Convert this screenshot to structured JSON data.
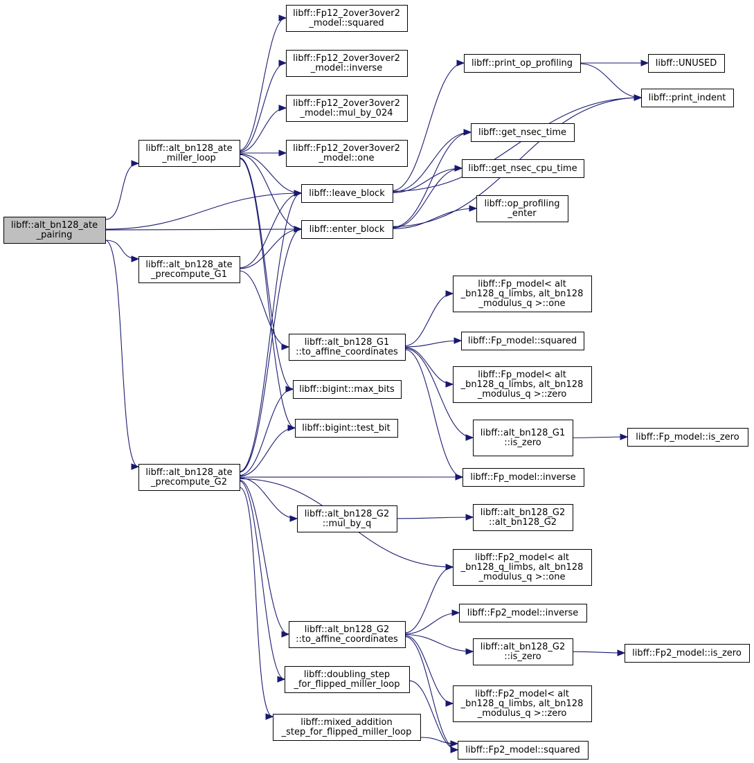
{
  "graph": {
    "title": "",
    "edge_color": "#191970",
    "node_border_color": "#000000",
    "root_fill_color": "#bfbfbf",
    "nodes": [
      {
        "id": "root",
        "lines": [
          "libff::alt_bn128_ate",
          "_pairing"
        ],
        "root": true
      },
      {
        "id": "miller",
        "lines": [
          "libff::alt_bn128_ate",
          "_miller_loop"
        ]
      },
      {
        "id": "preG1",
        "lines": [
          "libff::alt_bn128_ate",
          "_precompute_G1"
        ]
      },
      {
        "id": "preG2",
        "lines": [
          "libff::alt_bn128_ate",
          "_precompute_G2"
        ]
      },
      {
        "id": "fp12sq",
        "lines": [
          "libff::Fp12_2over3over2",
          "_model::squared"
        ]
      },
      {
        "id": "fp12inv",
        "lines": [
          "libff::Fp12_2over3over2",
          "_model::inverse"
        ]
      },
      {
        "id": "fp12mul",
        "lines": [
          "libff::Fp12_2over3over2",
          "_model::mul_by_024"
        ]
      },
      {
        "id": "fp12one",
        "lines": [
          "libff::Fp12_2over3over2",
          "_model::one"
        ]
      },
      {
        "id": "leave",
        "lines": [
          "libff::leave_block"
        ]
      },
      {
        "id": "enter",
        "lines": [
          "libff::enter_block"
        ]
      },
      {
        "id": "g1aff",
        "lines": [
          "libff::alt_bn128_G1",
          "::to_affine_coordinates"
        ]
      },
      {
        "id": "maxbits",
        "lines": [
          "libff::bigint::max_bits"
        ]
      },
      {
        "id": "testbit",
        "lines": [
          "libff::bigint::test_bit"
        ]
      },
      {
        "id": "g2mul",
        "lines": [
          "libff::alt_bn128_G2",
          "::mul_by_q"
        ]
      },
      {
        "id": "g2aff",
        "lines": [
          "libff::alt_bn128_G2",
          "::to_affine_coordinates"
        ]
      },
      {
        "id": "dbl",
        "lines": [
          "libff::doubling_step",
          "_for_flipped_miller_loop"
        ]
      },
      {
        "id": "madd",
        "lines": [
          "libff::mixed_addition",
          "_step_for_flipped_miller_loop"
        ]
      },
      {
        "id": "printop",
        "lines": [
          "libff::print_op_profiling"
        ]
      },
      {
        "id": "nsec",
        "lines": [
          "libff::get_nsec_time"
        ]
      },
      {
        "id": "nseccpu",
        "lines": [
          "libff::get_nsec_cpu_time"
        ]
      },
      {
        "id": "openter",
        "lines": [
          "libff::op_profiling",
          "_enter"
        ]
      },
      {
        "id": "unused",
        "lines": [
          "libff::UNUSED"
        ]
      },
      {
        "id": "indent",
        "lines": [
          "libff::print_indent"
        ]
      },
      {
        "id": "fpone",
        "lines": [
          "libff::Fp_model< alt",
          "_bn128_q_limbs, alt_bn128",
          "_modulus_q >::one"
        ]
      },
      {
        "id": "fpsq",
        "lines": [
          "libff::Fp_model::squared"
        ]
      },
      {
        "id": "fpzero",
        "lines": [
          "libff::Fp_model< alt",
          "_bn128_q_limbs, alt_bn128",
          "_modulus_q >::zero"
        ]
      },
      {
        "id": "g1iszero",
        "lines": [
          "libff::alt_bn128_G1",
          "::is_zero"
        ]
      },
      {
        "id": "fpinv",
        "lines": [
          "libff::Fp_model::inverse"
        ]
      },
      {
        "id": "fpiszero",
        "lines": [
          "libff::Fp_model::is_zero"
        ]
      },
      {
        "id": "g2ctor",
        "lines": [
          "libff::alt_bn128_G2",
          "::alt_bn128_G2"
        ]
      },
      {
        "id": "fp2one",
        "lines": [
          "libff::Fp2_model< alt",
          "_bn128_q_limbs, alt_bn128",
          "_modulus_q >::one"
        ]
      },
      {
        "id": "fp2inv",
        "lines": [
          "libff::Fp2_model::inverse"
        ]
      },
      {
        "id": "g2iszero",
        "lines": [
          "libff::alt_bn128_G2",
          "::is_zero"
        ]
      },
      {
        "id": "fp2iszero",
        "lines": [
          "libff::Fp2_model::is_zero"
        ]
      },
      {
        "id": "fp2zero",
        "lines": [
          "libff::Fp2_model< alt",
          "_bn128_q_limbs, alt_bn128",
          "_modulus_q >::zero"
        ]
      },
      {
        "id": "fp2sq",
        "lines": [
          "libff::Fp2_model::squared"
        ]
      }
    ],
    "edges": [
      [
        "root",
        "miller"
      ],
      [
        "root",
        "leave"
      ],
      [
        "root",
        "enter"
      ],
      [
        "root",
        "preG1"
      ],
      [
        "root",
        "preG2"
      ],
      [
        "miller",
        "fp12sq"
      ],
      [
        "miller",
        "fp12inv"
      ],
      [
        "miller",
        "fp12mul"
      ],
      [
        "miller",
        "fp12one"
      ],
      [
        "miller",
        "leave"
      ],
      [
        "miller",
        "enter"
      ],
      [
        "miller",
        "maxbits"
      ],
      [
        "miller",
        "testbit"
      ],
      [
        "preG1",
        "leave"
      ],
      [
        "preG1",
        "enter"
      ],
      [
        "preG1",
        "g1aff"
      ],
      [
        "preG2",
        "leave"
      ],
      [
        "preG2",
        "enter"
      ],
      [
        "preG2",
        "maxbits"
      ],
      [
        "preG2",
        "testbit"
      ],
      [
        "preG2",
        "fpinv"
      ],
      [
        "preG2",
        "g2mul"
      ],
      [
        "preG2",
        "fp2one"
      ],
      [
        "preG2",
        "g2aff"
      ],
      [
        "preG2",
        "dbl"
      ],
      [
        "preG2",
        "madd"
      ],
      [
        "leave",
        "printop"
      ],
      [
        "leave",
        "nsec"
      ],
      [
        "leave",
        "nseccpu"
      ],
      [
        "leave",
        "indent"
      ],
      [
        "enter",
        "nsec"
      ],
      [
        "enter",
        "nseccpu"
      ],
      [
        "enter",
        "openter"
      ],
      [
        "enter",
        "indent"
      ],
      [
        "printop",
        "unused"
      ],
      [
        "printop",
        "indent"
      ],
      [
        "g1aff",
        "fpone"
      ],
      [
        "g1aff",
        "fpsq"
      ],
      [
        "g1aff",
        "fpzero"
      ],
      [
        "g1aff",
        "g1iszero"
      ],
      [
        "g1aff",
        "fpinv"
      ],
      [
        "g1iszero",
        "fpiszero"
      ],
      [
        "g2mul",
        "g2ctor"
      ],
      [
        "g2aff",
        "fp2one"
      ],
      [
        "g2aff",
        "fp2inv"
      ],
      [
        "g2aff",
        "g2iszero"
      ],
      [
        "g2aff",
        "fp2zero"
      ],
      [
        "g2aff",
        "fp2sq"
      ],
      [
        "g2iszero",
        "fp2iszero"
      ],
      [
        "dbl",
        "fp2sq"
      ],
      [
        "madd",
        "fp2sq"
      ]
    ]
  }
}
